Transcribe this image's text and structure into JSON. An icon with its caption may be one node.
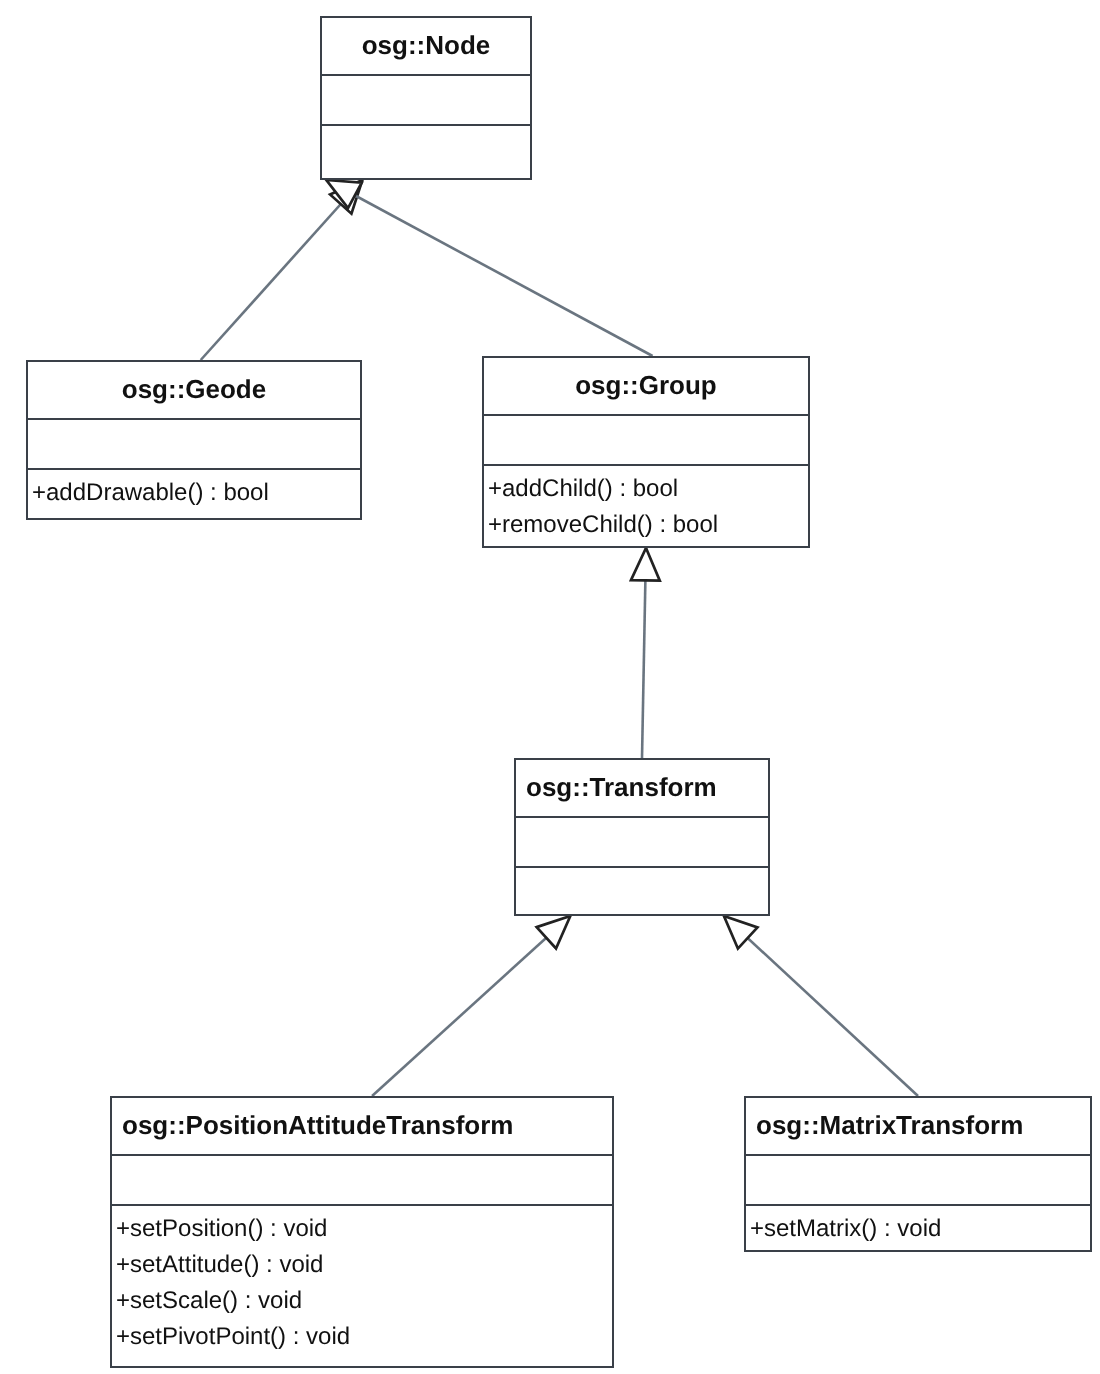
{
  "diagram": {
    "nodes": [
      {
        "text": [
          "osg::Node"
        ]
      },
      {
        "text": [
          "osg::Geode",
          "+addDrawable() : bool"
        ]
      },
      {
        "text": [
          "osg::Group",
          "+addChild() : bool",
          "+removeChild() : bool"
        ]
      },
      {
        "text": [
          "osg::Transform"
        ]
      },
      {
        "text": [
          "osg::PositionAttitudeTransform",
          "+setPosition() : void",
          "+setAttitude() : void",
          "+setScale() : void",
          "+setPivotPoint() : void"
        ]
      },
      {
        "text": [
          "osg::MatrixTransform",
          "+setMatrix() : void"
        ]
      }
    ],
    "edges": [
      {
        "from": 1,
        "to": 0,
        "arrow": "to"
      },
      {
        "from": 2,
        "to": 0,
        "arrow": "to"
      },
      {
        "from": 3,
        "to": 2,
        "arrow": "to"
      },
      {
        "from": 4,
        "to": 3,
        "arrow": "to"
      },
      {
        "from": 5,
        "to": 3,
        "arrow": "to"
      }
    ]
  }
}
